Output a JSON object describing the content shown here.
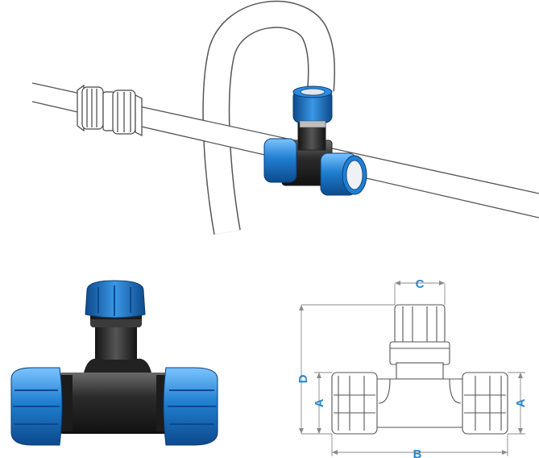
{
  "colors": {
    "brand_blue": "#1f7fd1",
    "blue_dark": "#0f4f95",
    "black_body": "#2a2a2a",
    "line_gray": "#555555",
    "dim_line": "#8a8a8a",
    "label_blue": "#2a86c8"
  },
  "dimensions": {
    "c_label": "C",
    "d_label": "D",
    "a_left_label": "A",
    "a_right_label": "A",
    "b_label": "B"
  }
}
